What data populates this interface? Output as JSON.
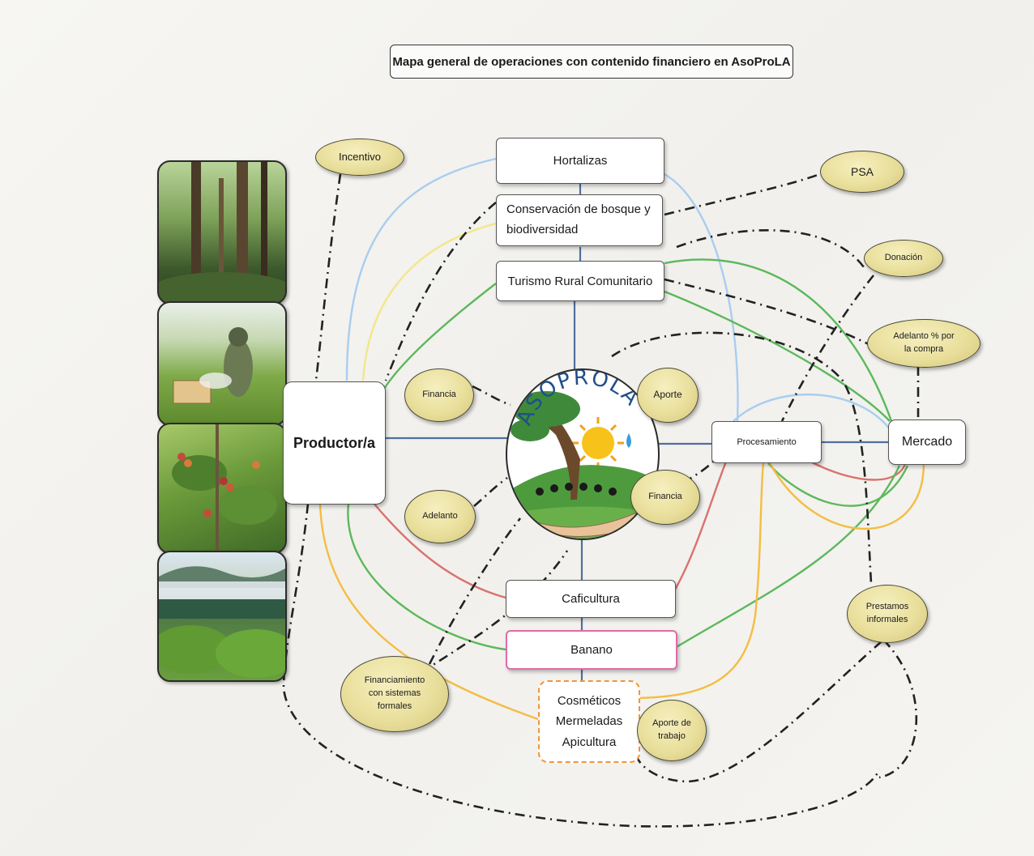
{
  "title": "Mapa general de operaciones con contenido financiero en AsoProLA",
  "nodes": {
    "productor": "Productor/a",
    "hortalizas": "Hortalizas",
    "conservacion_line1": "Conservación de bosque y",
    "conservacion_line2": "biodiversidad",
    "turismo": "Turismo Rural Comunitario",
    "procesamiento": "Procesamiento",
    "mercado": "Mercado",
    "caficultura": "Caficultura",
    "banano": "Banano",
    "cosmeticos_line1": "Cosméticos",
    "cosmeticos_line2": "Mermeladas",
    "cosmeticos_line3": "Apicultura"
  },
  "flows": {
    "incentivo": "Incentivo",
    "psa": "PSA",
    "donacion": "Donación",
    "adelanto_compra_line1": "Adelanto % por",
    "adelanto_compra_line2": "la compra",
    "financia_left": "Financia",
    "aporte": "Aporte",
    "adelanto": "Adelanto",
    "financia_right": "Financia",
    "prestamos_line1": "Prestamos",
    "prestamos_line2": "informales",
    "financiamiento_line1": "Financiamiento",
    "financiamiento_line2": "con sistemas",
    "financiamiento_line3": "formales",
    "aporte_trabajo_line1": "Aporte de",
    "aporte_trabajo_line2": "trabajo"
  },
  "logo_text": "ASOPROLA",
  "photos": [
    "forest",
    "beekeeping",
    "coffee-plant",
    "greenhouse-crops"
  ],
  "colors": {
    "hub_line": "#4f6f9f",
    "hortalizas_line": "#a9cdf0",
    "conservacion_line": "#f5e58a",
    "turismo_line": "#5cb85c",
    "cafe_line": "#d9726e",
    "banano_line": "#5cb85c",
    "cosmeticos_line": "#f4bd43",
    "finance_line": "#222222",
    "ellipse_fill": "#e9df9c",
    "banano_border": "#e06aa8",
    "cosmeticos_border": "#f0953a"
  }
}
